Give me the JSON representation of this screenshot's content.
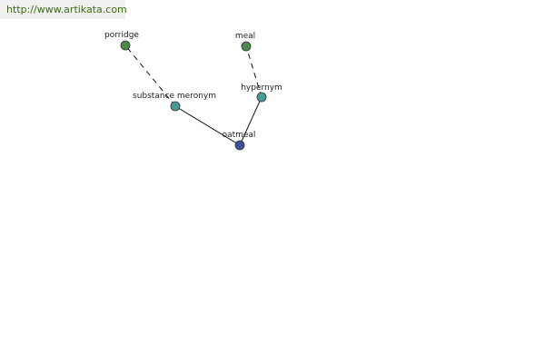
{
  "watermark": {
    "text": "http://www.artikata.com",
    "color": "#3b6a14"
  },
  "colors": {
    "root": "#3f4f9a",
    "relation": "#4a9a96",
    "leaf": "#4c8a48"
  },
  "nodes": [
    {
      "id": "oatmeal",
      "label": "oatmeal",
      "kind": "root"
    },
    {
      "id": "substance-meronym",
      "label": "substance meronym",
      "kind": "relation"
    },
    {
      "id": "hypernym",
      "label": "hypernym",
      "kind": "relation"
    },
    {
      "id": "porridge",
      "label": "porridge",
      "kind": "leaf"
    },
    {
      "id": "meal",
      "label": "meal",
      "kind": "leaf"
    }
  ],
  "edges": [
    {
      "from": "oatmeal",
      "to": "substance-meronym",
      "style": "solid"
    },
    {
      "from": "oatmeal",
      "to": "hypernym",
      "style": "solid"
    },
    {
      "from": "substance-meronym",
      "to": "porridge",
      "style": "dashed"
    },
    {
      "from": "hypernym",
      "to": "meal",
      "style": "dashed"
    }
  ]
}
